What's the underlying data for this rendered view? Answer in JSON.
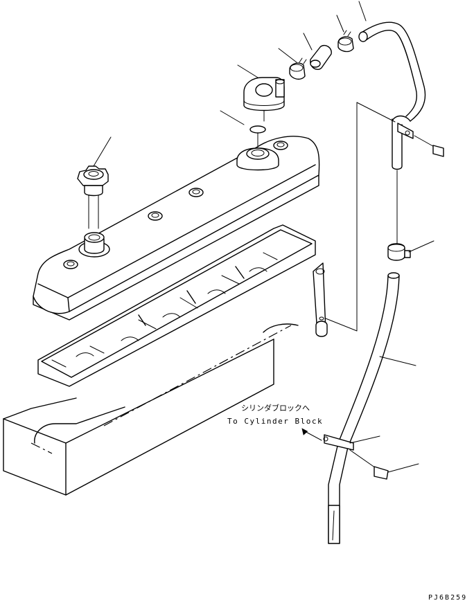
{
  "annotation": {
    "japanese": "シリンダブロックへ",
    "english": "To Cylinder Block"
  },
  "drawing_code": "PJ6B259"
}
